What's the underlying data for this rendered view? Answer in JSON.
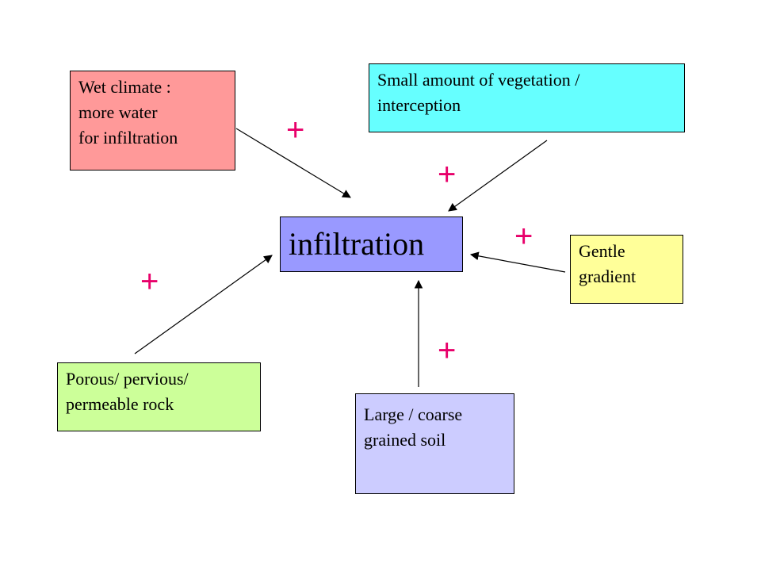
{
  "center": {
    "label": "infiltration"
  },
  "factors": [
    {
      "id": "wet-climate",
      "lines": [
        "Wet climate :",
        "more water",
        "for infiltration"
      ],
      "color": "#ff9999",
      "sign": "+"
    },
    {
      "id": "vegetation",
      "lines": [
        "Small amount of vegetation /",
        "interception"
      ],
      "color": "#66ffff",
      "sign": "+"
    },
    {
      "id": "gradient",
      "lines": [
        "Gentle",
        "gradient"
      ],
      "color": "#ffff99",
      "sign": "+"
    },
    {
      "id": "soil",
      "lines": [
        "Large / coarse",
        "grained soil"
      ],
      "color": "#ccccff",
      "sign": "+"
    },
    {
      "id": "rock",
      "lines": [
        "Porous/ pervious/",
        "permeable rock"
      ],
      "color": "#ccff99",
      "sign": "+"
    }
  ],
  "colors": {
    "center": "#9999ff",
    "plus": "#e8006a",
    "arrow": "#000000"
  }
}
